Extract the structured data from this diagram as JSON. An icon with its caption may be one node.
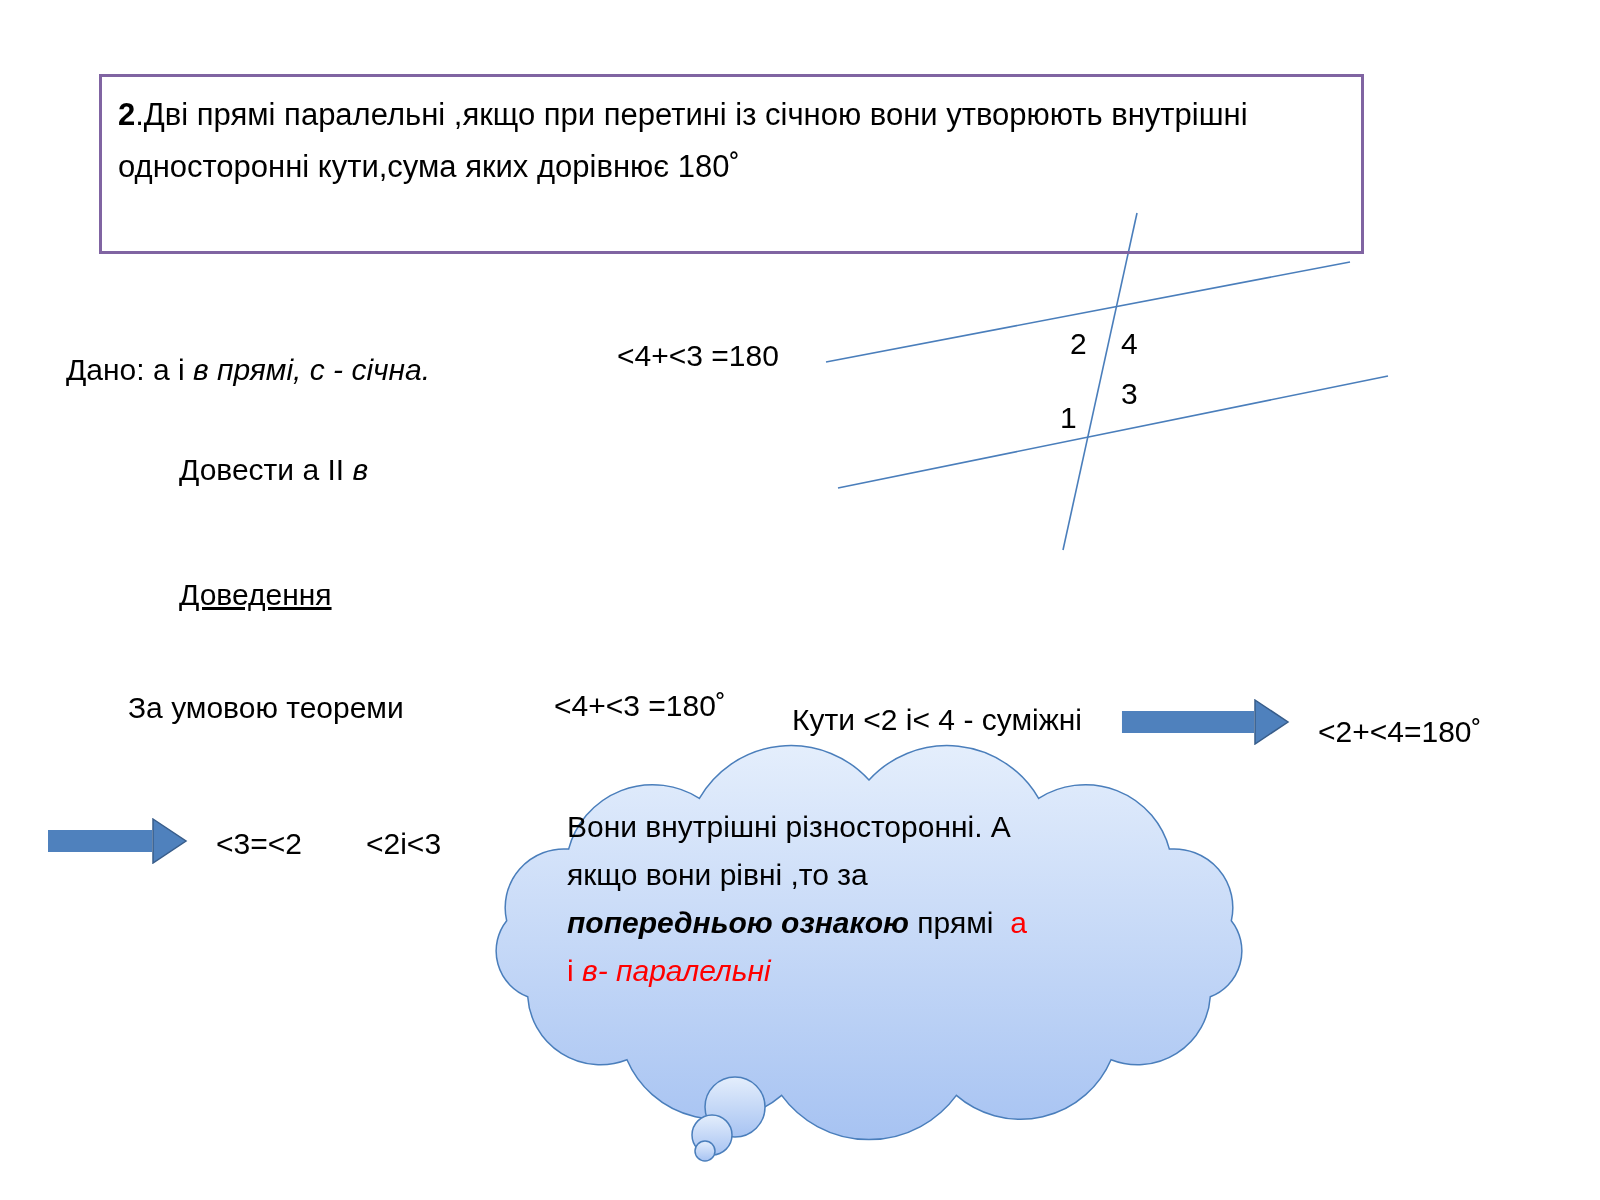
{
  "diagram": {
    "nodes": [
      {
        "text": [
          "**2**.Дві прямі паралельні ,якщо при перетині із січною вони утворюють внутрішні односторонні кути,сума яких дорівнює 180˚"
        ]
      },
      {
        "text": [
          "Кути <2 і< 4  - суміжні"
        ]
      },
      {
        "text": [
          "<2+<4=180˚"
        ]
      },
      {
        "text": [
          "<3=<2"
        ]
      },
      {
        "text": [
          "Вони внутрішні різносторонні. А якщо вони рівні ,то за **попередньою ознакою** прямі",
          "а і *в- паралельні*"
        ]
      }
    ],
    "edges": [
      {
        "from": 1,
        "to": 2,
        "arrow": "to"
      },
      {
        "from": null,
        "to": 3,
        "arrow": "to"
      }
    ],
    "labels": [
      "Дано: а і *в прямі,  с -  січна.*",
      "<4+<3 =180",
      "2",
      "4",
      "3",
      "1",
      "Довести а ІІ *в*",
      "Доведення",
      "За умовою теореми",
      "<4+<3 =180˚",
      "<2і<3"
    ]
  }
}
